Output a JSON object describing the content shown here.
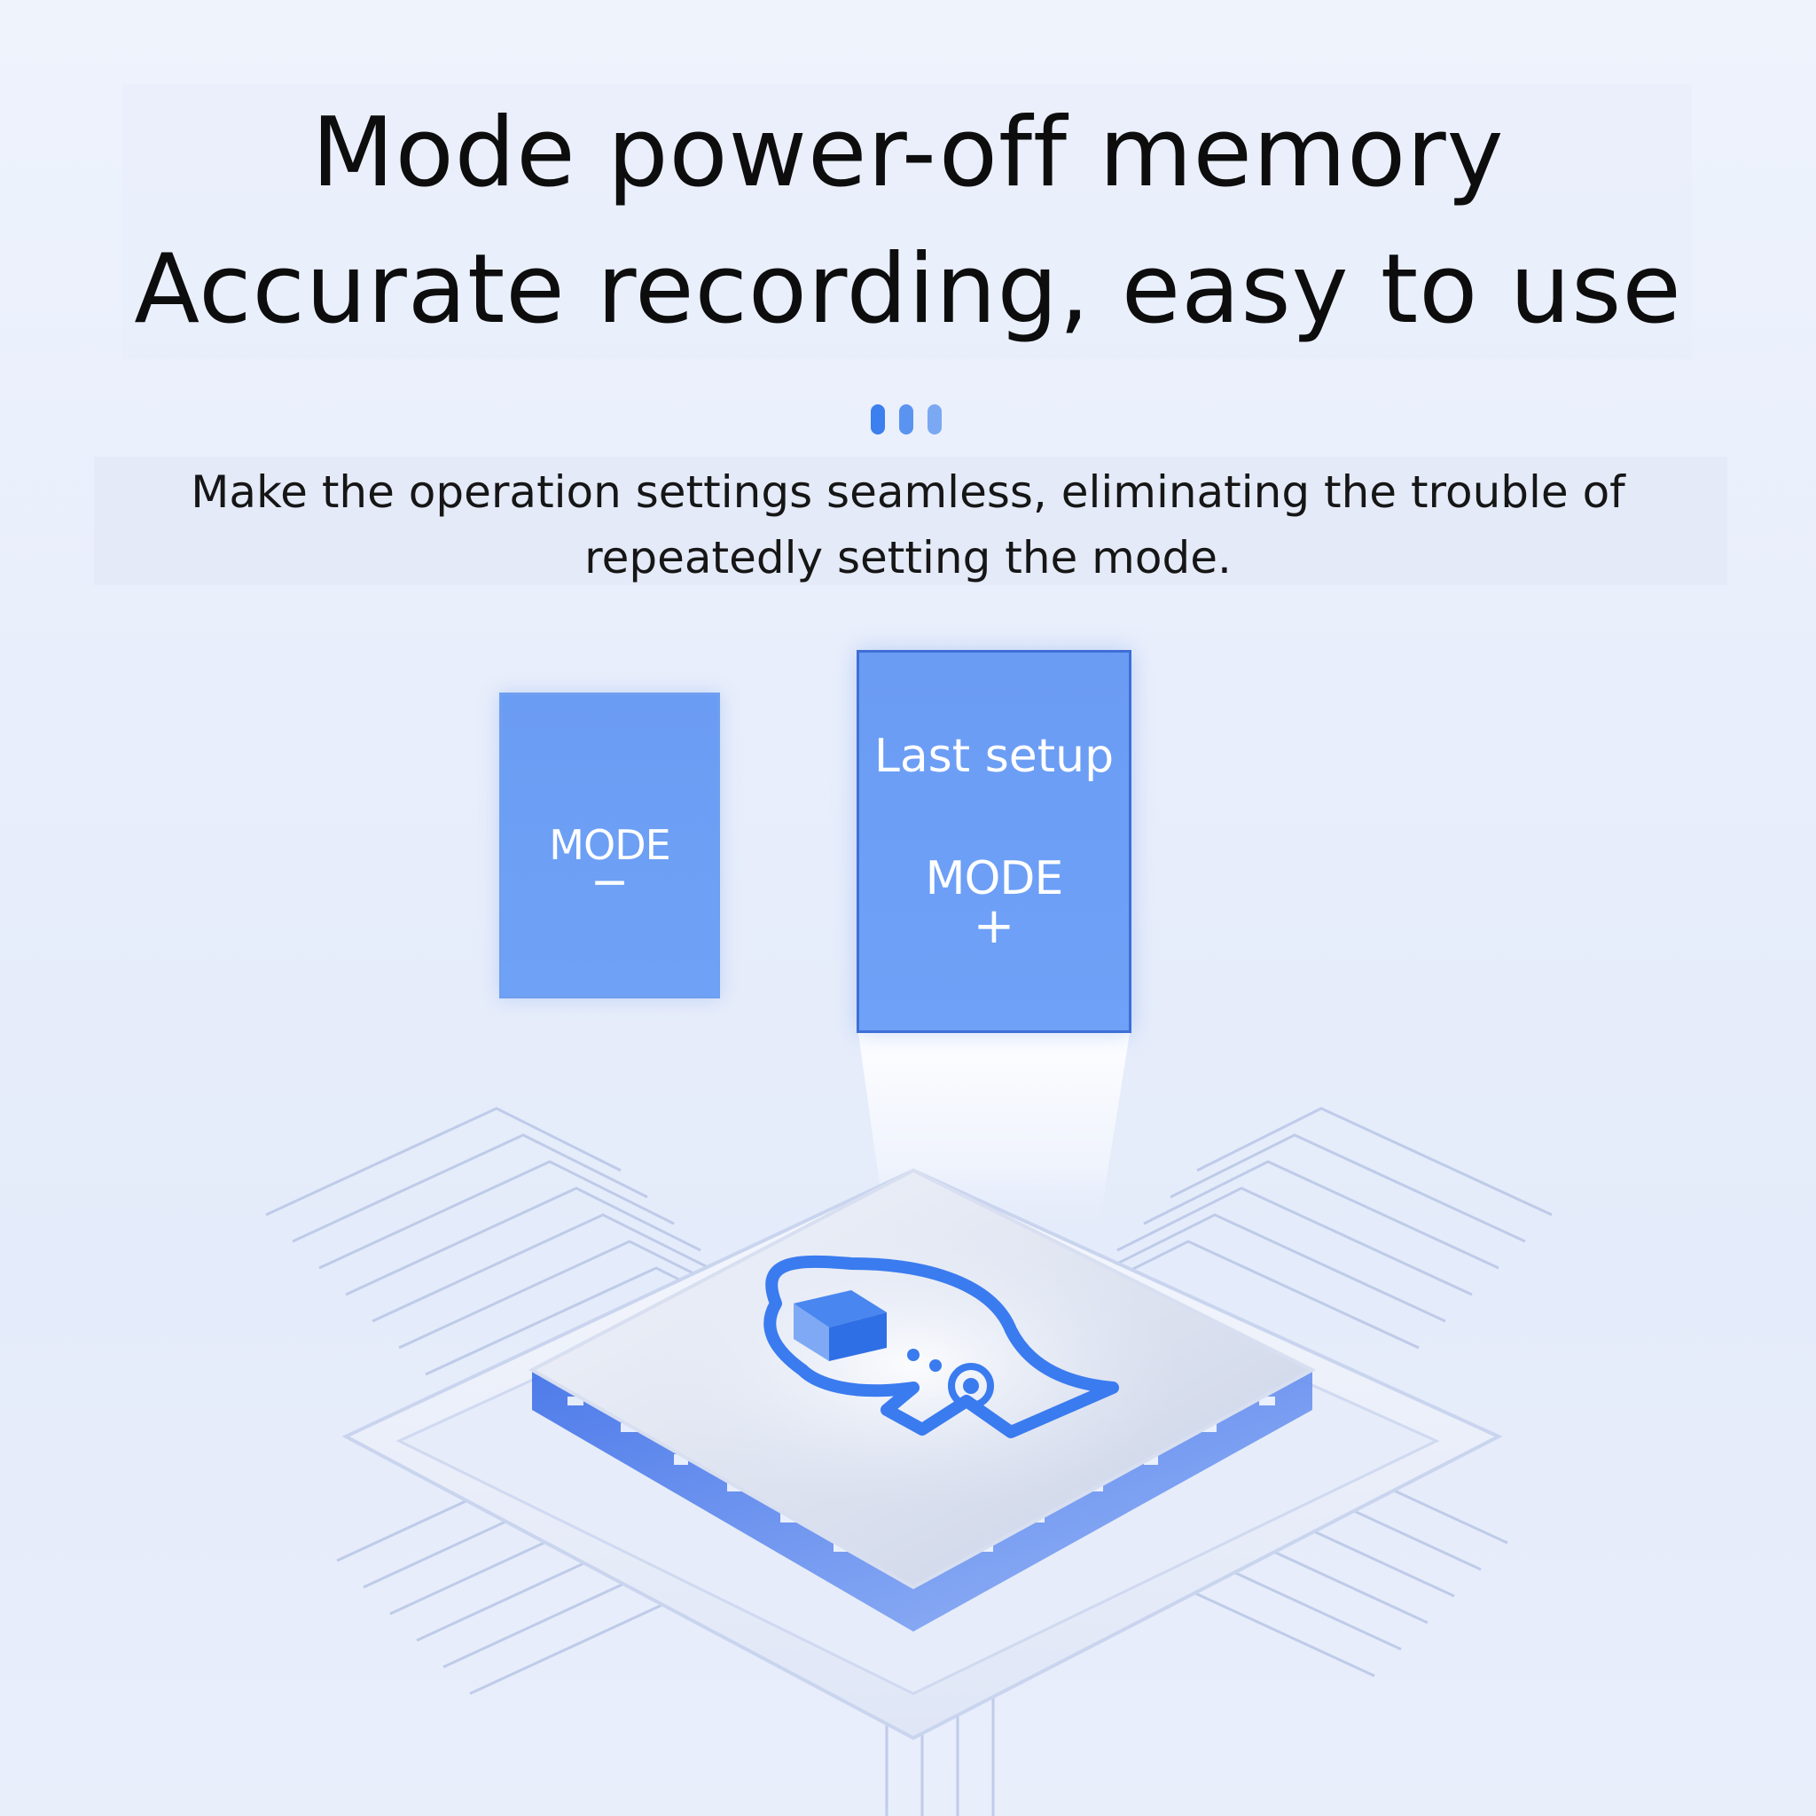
{
  "heading": {
    "line1": "Mode power-off memory",
    "line2": "Accurate recording, easy to use"
  },
  "subtitle": "Make the operation settings seamless, eliminating the trouble of repeatedly setting the mode.",
  "keys": {
    "minus": {
      "label": "MODE",
      "symbol": "−"
    },
    "plus": {
      "caption": "Last setup",
      "label": "MODE",
      "symbol": "+"
    }
  },
  "chip": {
    "icon": "head-with-cube-icon"
  },
  "colors": {
    "accent": "#3a7bef",
    "key_fill": "#6da0f5",
    "dot_1": "#3c7fee",
    "dot_2": "#5b93f0",
    "dot_3": "#7aa8f3",
    "title_text": "#0d0d0d"
  }
}
